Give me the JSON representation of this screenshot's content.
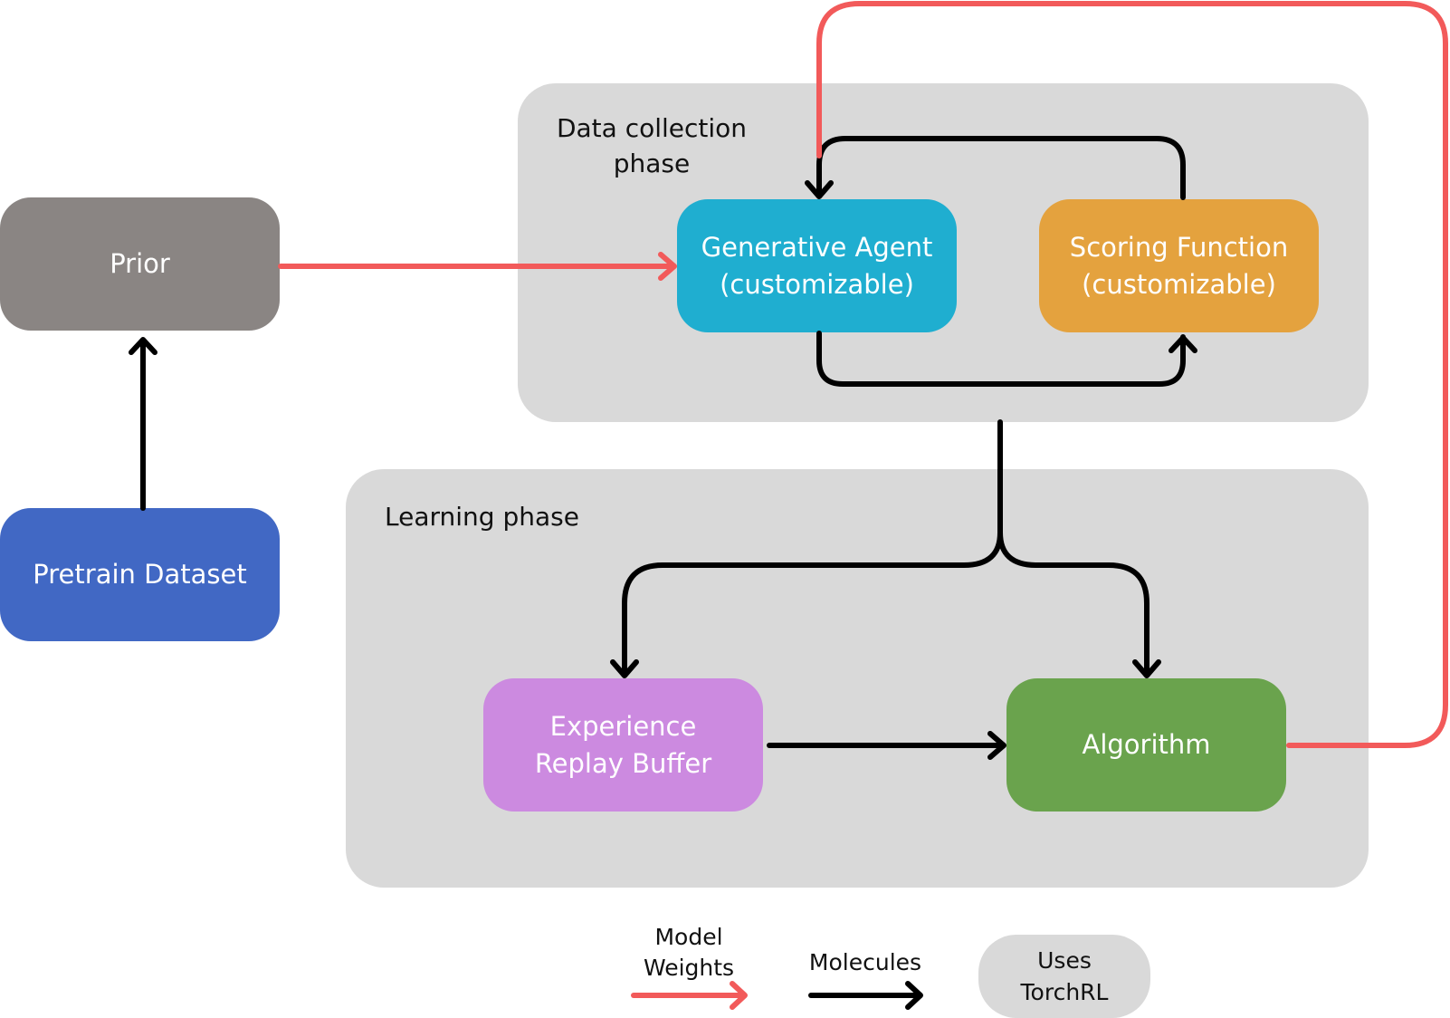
{
  "colors": {
    "phase_background": "#d9d9d9",
    "model_weights_arrow": "#f25a5a",
    "molecules_arrow": "#000000"
  },
  "phases": {
    "data_collection": {
      "label": "Data collection\nphase"
    },
    "learning": {
      "label": "Learning phase"
    }
  },
  "nodes": {
    "prior": {
      "label": "Prior",
      "color": "#8a8583"
    },
    "pretrain_dataset": {
      "label": "Pretrain Dataset",
      "color": "#4168c4"
    },
    "generative_agent": {
      "label": "Generative Agent\n(customizable)",
      "color": "#1faed0"
    },
    "scoring_function": {
      "label": "Scoring Function\n(customizable)",
      "color": "#e4a23e"
    },
    "replay_buffer": {
      "label": "Experience\nReplay Buffer",
      "color": "#cc8ae0"
    },
    "algorithm": {
      "label": "Algorithm",
      "color": "#6aa34d"
    }
  },
  "legend": {
    "model_weights": "Model\nWeights",
    "molecules": "Molecules",
    "uses_torchrl": "Uses\nTorchRL"
  }
}
